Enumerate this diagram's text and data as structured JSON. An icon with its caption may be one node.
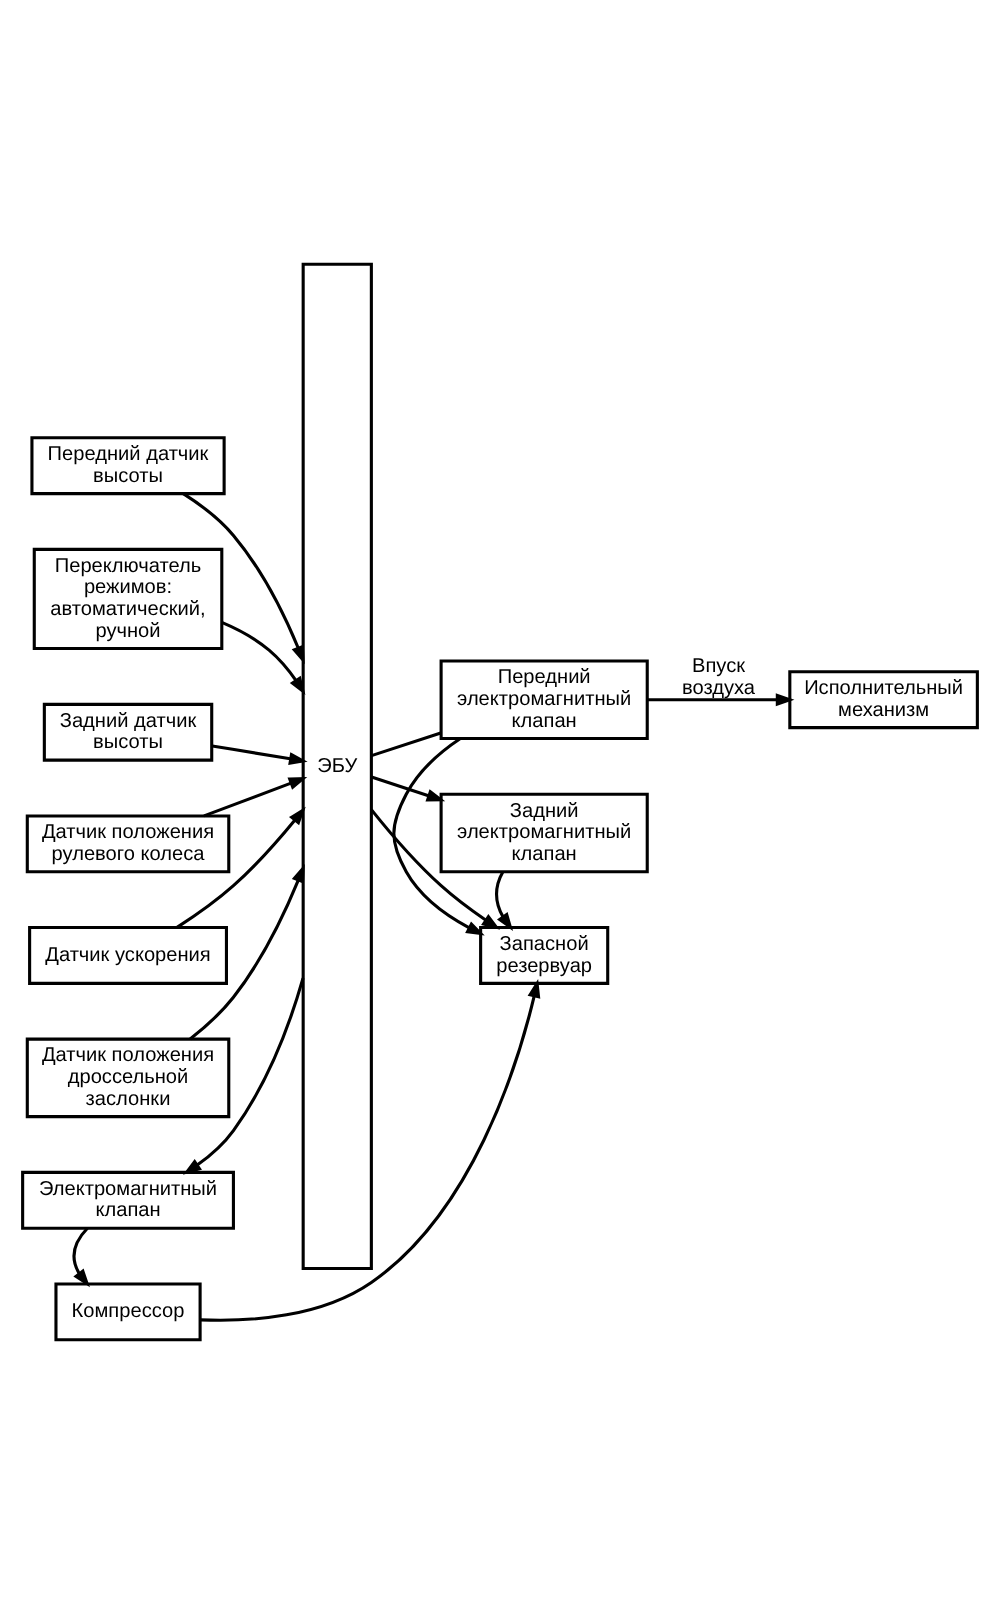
{
  "diagram": {
    "nodes": [
      {
        "text": [
          "Передний датчик высоты"
        ]
      },
      {
        "text": [
          "Переключатель режимов: автоматический, ручной"
        ]
      },
      {
        "text": [
          "Задний датчик высоты"
        ]
      },
      {
        "text": [
          "Датчик положения рулевого колеса"
        ]
      },
      {
        "text": [
          "Датчик ускорения"
        ]
      },
      {
        "text": [
          "Датчик положения дроссельной заслонки"
        ]
      },
      {
        "text": [
          "Электромагнитный клапан"
        ]
      },
      {
        "text": [
          "Компрессор"
        ]
      },
      {
        "text": [
          "ЭБУ"
        ]
      },
      {
        "text": [
          "Исполнительный механизм"
        ]
      },
      {
        "text": [
          "Передний электромагнитный клапан"
        ]
      },
      {
        "text": [
          "Задний электромагнитный клапан"
        ]
      },
      {
        "text": [
          "Запасной резервуар"
        ]
      }
    ],
    "edges": [
      {
        "from": 0,
        "to": 8,
        "arrow": "to"
      },
      {
        "from": 1,
        "to": 8,
        "arrow": "to"
      },
      {
        "from": 2,
        "to": 8,
        "arrow": "to"
      },
      {
        "from": 3,
        "to": 8,
        "arrow": "to"
      },
      {
        "from": 4,
        "to": 8,
        "arrow": "to"
      },
      {
        "from": 5,
        "to": 8,
        "arrow": "to"
      },
      {
        "from": 8,
        "to": 6,
        "arrow": "to"
      },
      {
        "from": 6,
        "to": 7,
        "arrow": "to"
      },
      {
        "from": 7,
        "to": 12,
        "arrow": "to"
      },
      {
        "from": 8,
        "to": 12,
        "arrow": "to"
      },
      {
        "from": 8,
        "to": 10,
        "arrow": "none"
      },
      {
        "from": 8,
        "to": 11,
        "arrow": "to"
      },
      {
        "from": 10,
        "to": 9,
        "label": "Впуск воздуха",
        "arrow": "to"
      },
      {
        "from": 10,
        "to": 12,
        "arrow": "to"
      },
      {
        "from": 11,
        "to": 12,
        "arrow": "to"
      }
    ]
  }
}
